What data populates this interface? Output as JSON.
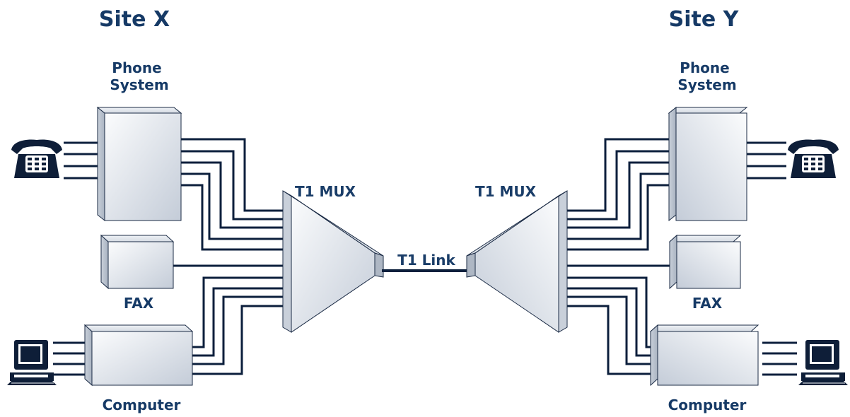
{
  "site_left": {
    "title": "Site X"
  },
  "site_right": {
    "title": "Site Y"
  },
  "devices": {
    "phone_system": "Phone\nSystem",
    "fax": "FAX",
    "computer": "Computer"
  },
  "mux_label": "T1 MUX",
  "link_label": "T1 Link",
  "icons": {
    "telephone": "telephone-icon",
    "computer": "desktop-computer-icon"
  },
  "colors": {
    "label": "#163a66",
    "wire": "#0c1f3c",
    "box_light": "#f6f8fb",
    "box_dark": "#bfc7d3"
  }
}
